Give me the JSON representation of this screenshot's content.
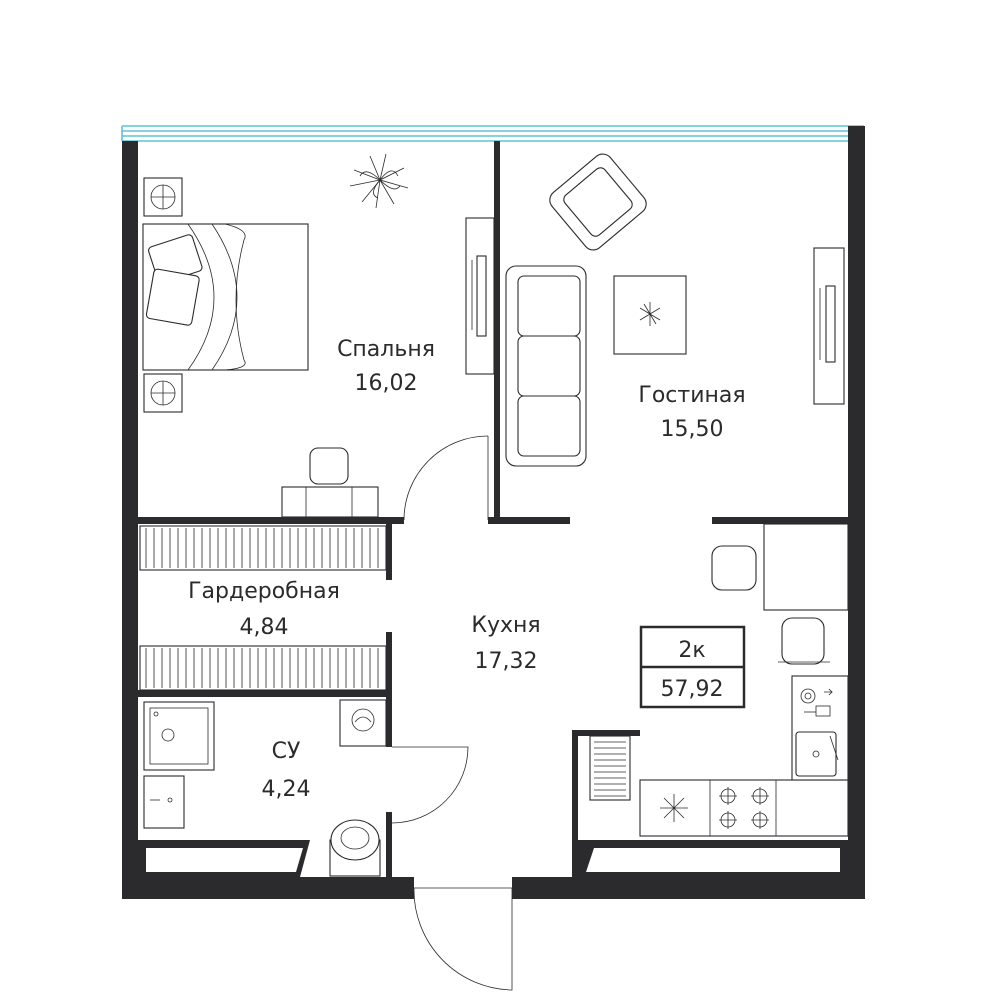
{
  "rooms": {
    "bedroom": {
      "name": "Спальня",
      "area": "16,02"
    },
    "living": {
      "name": "Гостиная",
      "area": "15,50"
    },
    "wardrobe": {
      "name": "Гардеробная",
      "area": "4,84"
    },
    "kitchen": {
      "name": "Кухня",
      "area": "17,32"
    },
    "bathroom": {
      "name": "СУ",
      "area": "4,24"
    }
  },
  "badge": {
    "rooms": "2к",
    "total_area": "57,92"
  },
  "colors": {
    "wall": "#2b2b2d",
    "window": "#5ec4d4"
  }
}
